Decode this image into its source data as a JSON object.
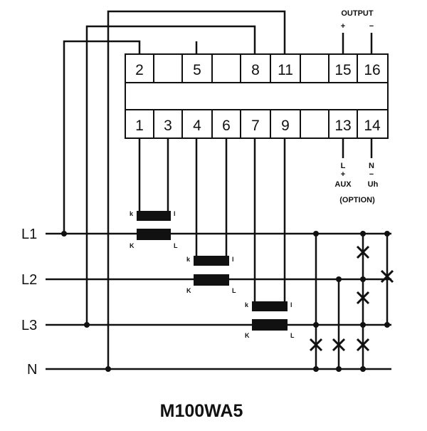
{
  "title": "M100WA5",
  "terminals": {
    "top": [
      "2",
      "5",
      "8",
      "11",
      "15",
      "16"
    ],
    "bottom": [
      "1",
      "3",
      "4",
      "6",
      "7",
      "9",
      "13",
      "14"
    ]
  },
  "lines": [
    "L1",
    "L2",
    "L3",
    "N"
  ],
  "output": {
    "label": "OUTPUT",
    "plus": "+",
    "minus": "−"
  },
  "aux": {
    "l": "L",
    "plus": "+",
    "n": "N",
    "minus": "−",
    "aux_label": "AUX",
    "uh_label": "Uh",
    "option_label": "(OPTION)"
  },
  "ct_labels": {
    "k_small": "k",
    "l_small": "l",
    "k_big": "K",
    "l_big": "L"
  },
  "colors": {
    "ink": "#111111",
    "background": "#ffffff"
  }
}
